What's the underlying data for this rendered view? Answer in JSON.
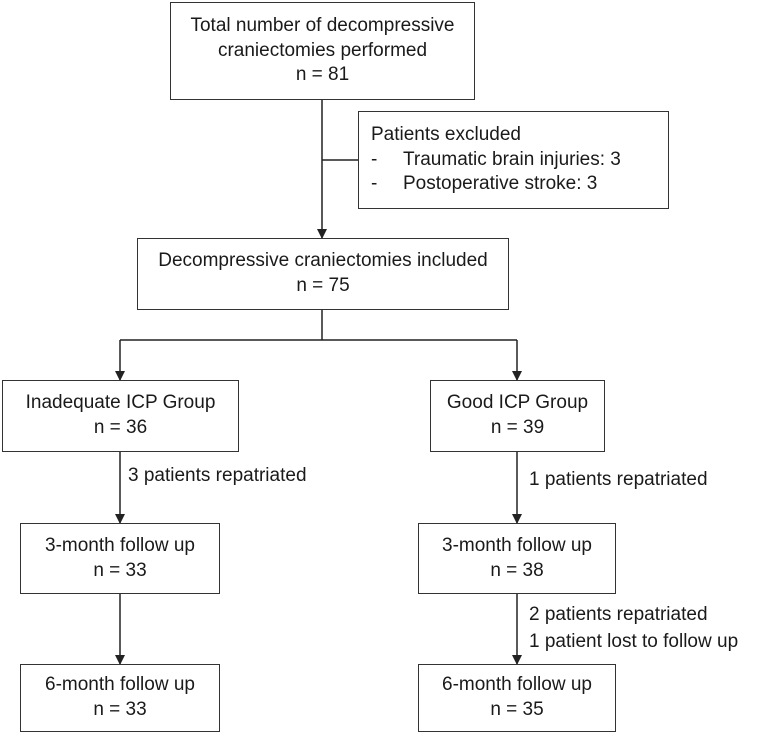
{
  "nodes": {
    "total": {
      "line1": "Total number of decompressive",
      "line2": "craniectomies performed",
      "count": "n = 81"
    },
    "excluded": {
      "title": "Patients excluded",
      "items": [
        "Traumatic brain injuries: 3",
        "Postoperative stroke: 3"
      ],
      "bullet": "-"
    },
    "included": {
      "title": "Decompressive craniectomies included",
      "count": "n = 75"
    },
    "inadequate": {
      "title": "Inadequate ICP Group",
      "count": "n = 36"
    },
    "good": {
      "title": "Good ICP Group",
      "count": "n = 39"
    },
    "inad_3m": {
      "title": "3-month follow up",
      "count": "n = 33"
    },
    "good_3m": {
      "title": "3-month follow up",
      "count": "n = 38"
    },
    "inad_6m": {
      "title": "6-month follow up",
      "count": "n = 33"
    },
    "good_6m": {
      "title": "6-month follow up",
      "count": "n = 35"
    }
  },
  "edge_labels": {
    "inad_repatriated": "3 patients repatriated",
    "good_repatriated": "1 patients repatriated",
    "good_3m_repatriated": "2 patients repatriated",
    "good_3m_lost": "1 patient lost to follow up"
  }
}
